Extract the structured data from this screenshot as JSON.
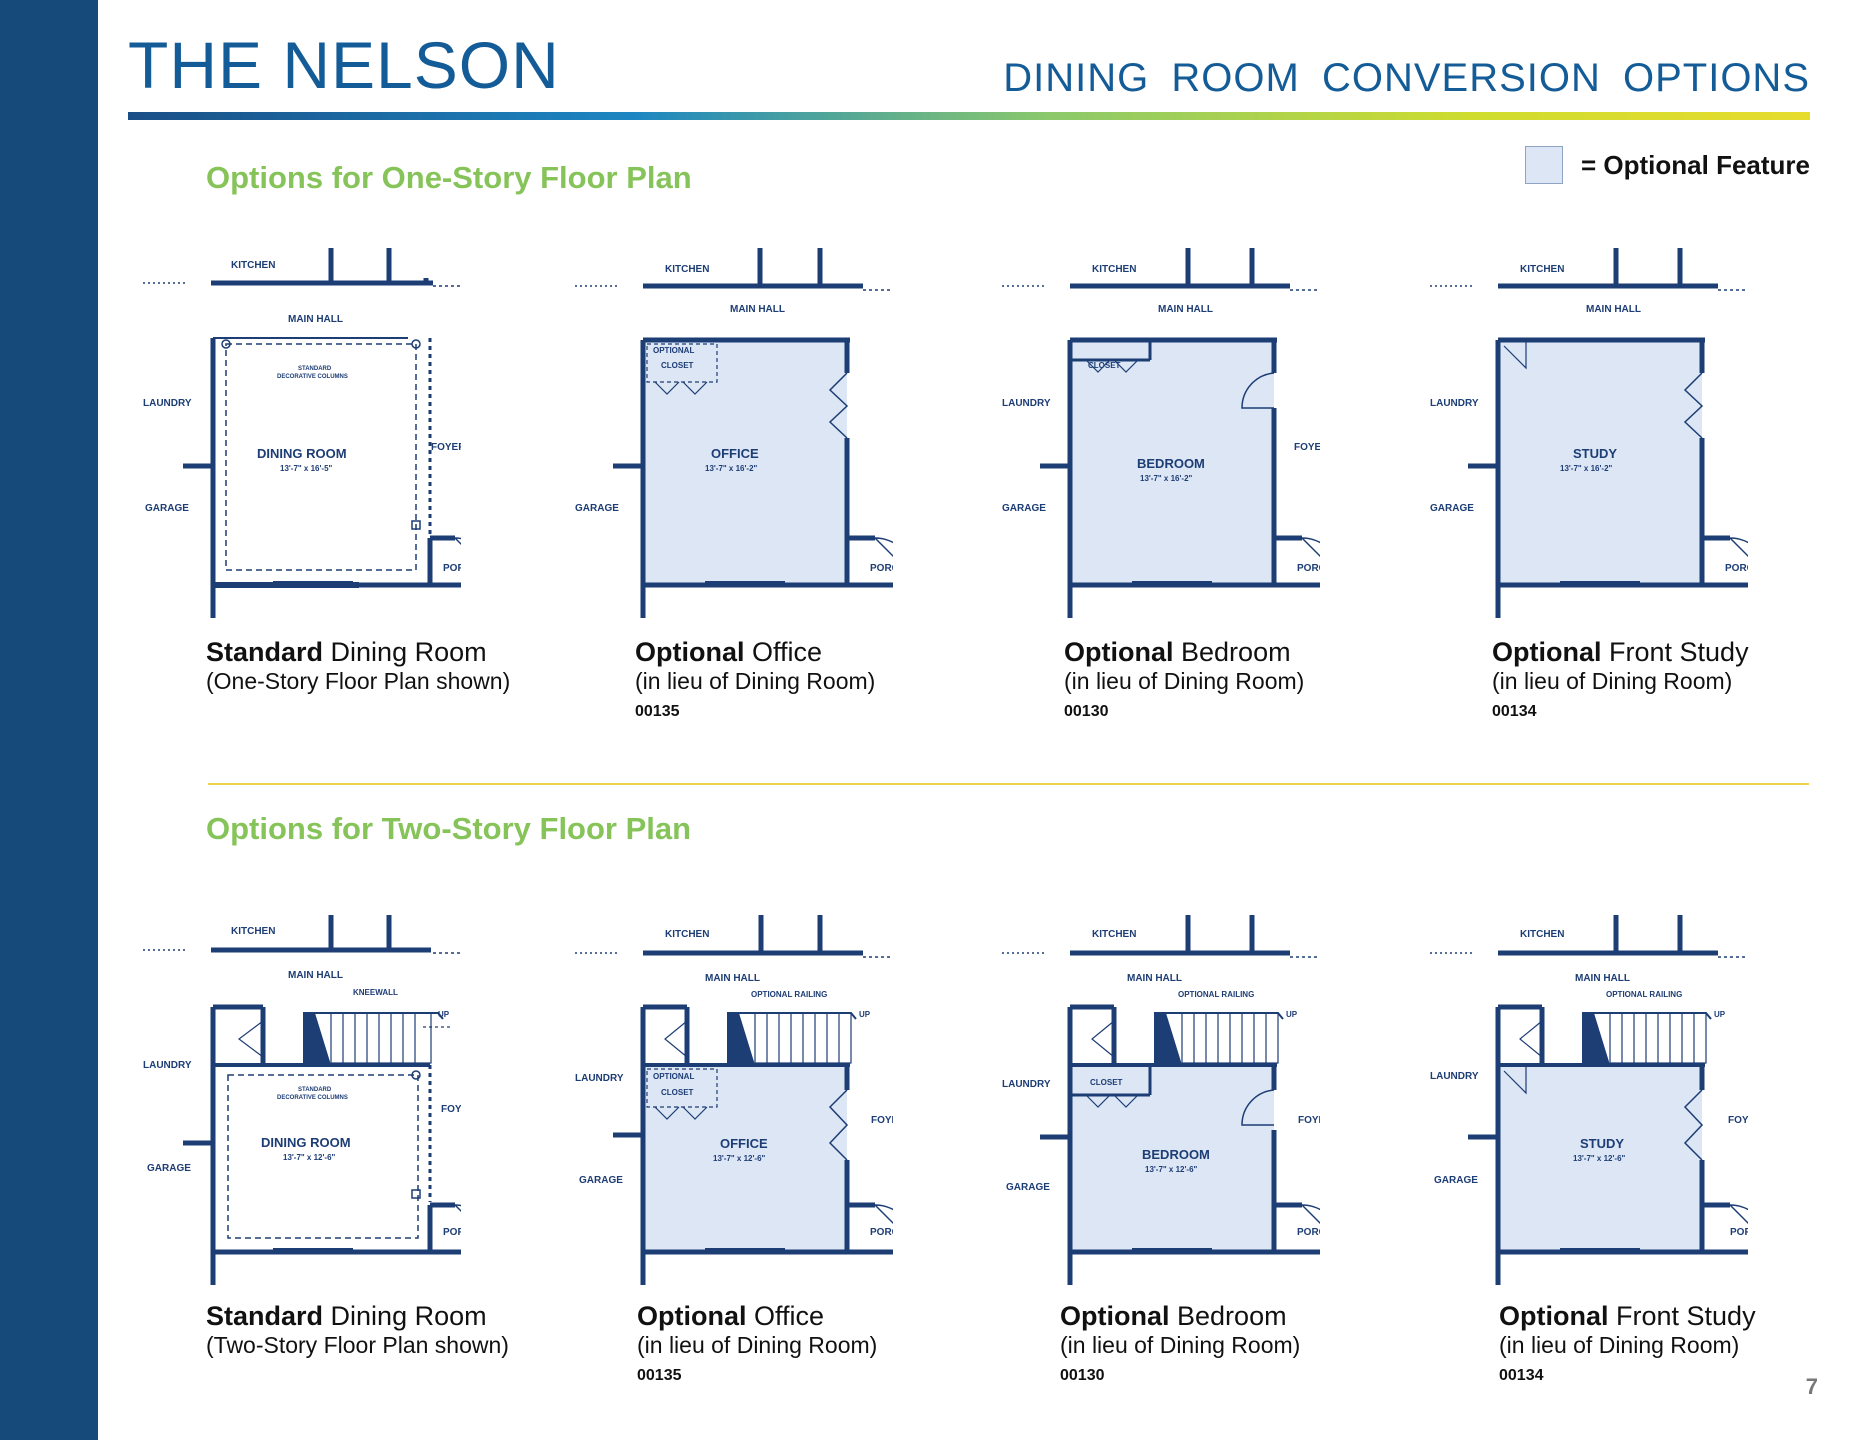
{
  "header": {
    "title": "THE NELSON",
    "subtitle": "DINING ROOM CONVERSION OPTIONS"
  },
  "legend": {
    "text": "= Optional Feature"
  },
  "colors": {
    "sidebar": "#154a7a",
    "wall": "#1d3d75",
    "optional_fill": "#dce6f5",
    "section_title": "#86c45a",
    "title": "#145c97"
  },
  "labels": {
    "kitchen": "KITCHEN",
    "main_hall": "MAIN HALL",
    "laundry": "LAUNDRY",
    "garage": "GARAGE",
    "foyer": "FOYER",
    "porch": "PORCH",
    "closet": "CLOSET",
    "optional": "OPTIONAL",
    "standard": "STANDARD",
    "decorative_columns": "DECORATIVE COLUMNS",
    "kneewall": "KNEEWALL",
    "optional_railing": "OPTIONAL RAILING",
    "up": "UP"
  },
  "sections": [
    {
      "title": "Options for One-Story Floor Plan",
      "plans": [
        {
          "room": "DINING ROOM",
          "dims": "13'-7\" x 16'-5\"",
          "caption_bold": "Standard",
          "caption_rest": "Dining Room",
          "subcaption": "(One-Story Floor Plan shown)",
          "code": ""
        },
        {
          "room": "OFFICE",
          "dims": "13'-7\" x 16'-2\"",
          "caption_bold": "Optional",
          "caption_rest": "Office",
          "subcaption": "(in lieu of Dining Room)",
          "code": "00135"
        },
        {
          "room": "BEDROOM",
          "dims": "13'-7\" x 16'-2\"",
          "caption_bold": "Optional",
          "caption_rest": "Bedroom",
          "subcaption": "(in lieu of Dining Room)",
          "code": "00130"
        },
        {
          "room": "STUDY",
          "dims": "13'-7\" x 16'-2\"",
          "caption_bold": "Optional",
          "caption_rest": "Front Study",
          "subcaption": "(in lieu of Dining Room)",
          "code": "00134"
        }
      ]
    },
    {
      "title": "Options for Two-Story Floor Plan",
      "plans": [
        {
          "room": "DINING ROOM",
          "dims": "13'-7\" x 12'-6\"",
          "caption_bold": "Standard",
          "caption_rest": "Dining Room",
          "subcaption": "(Two-Story Floor Plan shown)",
          "code": ""
        },
        {
          "room": "OFFICE",
          "dims": "13'-7\" x 12'-6\"",
          "caption_bold": "Optional",
          "caption_rest": "Office",
          "subcaption": "(in lieu of Dining Room)",
          "code": "00135"
        },
        {
          "room": "BEDROOM",
          "dims": "13'-7\" x 12'-6\"",
          "caption_bold": "Optional",
          "caption_rest": "Bedroom",
          "subcaption": "(in lieu of Dining Room)",
          "code": "00130"
        },
        {
          "room": "STUDY",
          "dims": "13'-7\" x 12'-6\"",
          "caption_bold": "Optional",
          "caption_rest": "Front Study",
          "subcaption": "(in lieu of Dining Room)",
          "code": "00134"
        }
      ]
    }
  ],
  "page_number": "7"
}
